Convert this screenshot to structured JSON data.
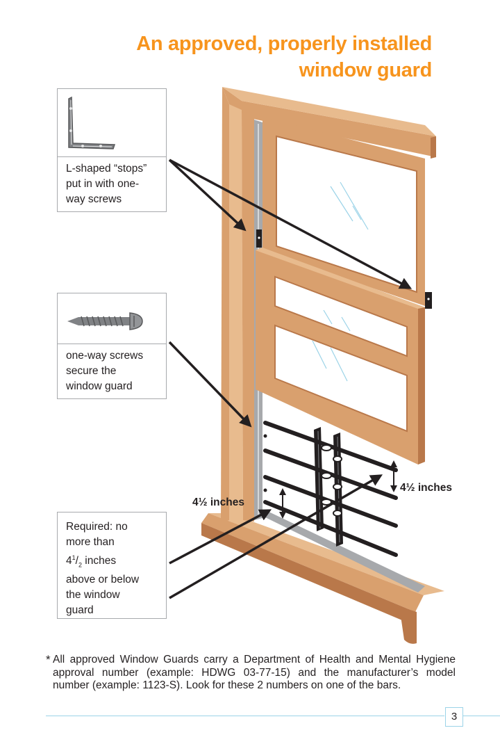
{
  "title": {
    "line1": "An approved, properly installed",
    "line2": "window guard"
  },
  "callouts": {
    "stops": {
      "line1": "L-shaped “stops”",
      "line2": "put in with one-",
      "line3": "way screws",
      "icon": "l-bracket-icon"
    },
    "screws": {
      "line1": "one-way screws",
      "line2": "secure the",
      "line3": "window guard",
      "icon": "screw-icon"
    },
    "required": {
      "line1": "Required: no",
      "line2": "more than",
      "line3_whole": "4",
      "line3_num": "1",
      "line3_den": "2",
      "line3_rest": " inches",
      "line4": "above or below",
      "line5": "the window",
      "line6": "guard"
    }
  },
  "measurements": {
    "upper": "4½ inches",
    "lower": "4½ inches"
  },
  "footnote": {
    "marker": "*",
    "text": "All approved Window Guards carry a Department of Health and Mental Hygiene approval number (example: HDWG 03-77-15) and the manufacturer’s model number (example: 1123-S). Look for these 2 numbers on one of the bars."
  },
  "page_number": "3",
  "colors": {
    "title": "#f7941d",
    "wood": "#d9a06e",
    "wood_dark": "#b9784a",
    "wood_light": "#e8bb8e",
    "rule": "#9bd3e8",
    "border": "#a7a9ac"
  }
}
